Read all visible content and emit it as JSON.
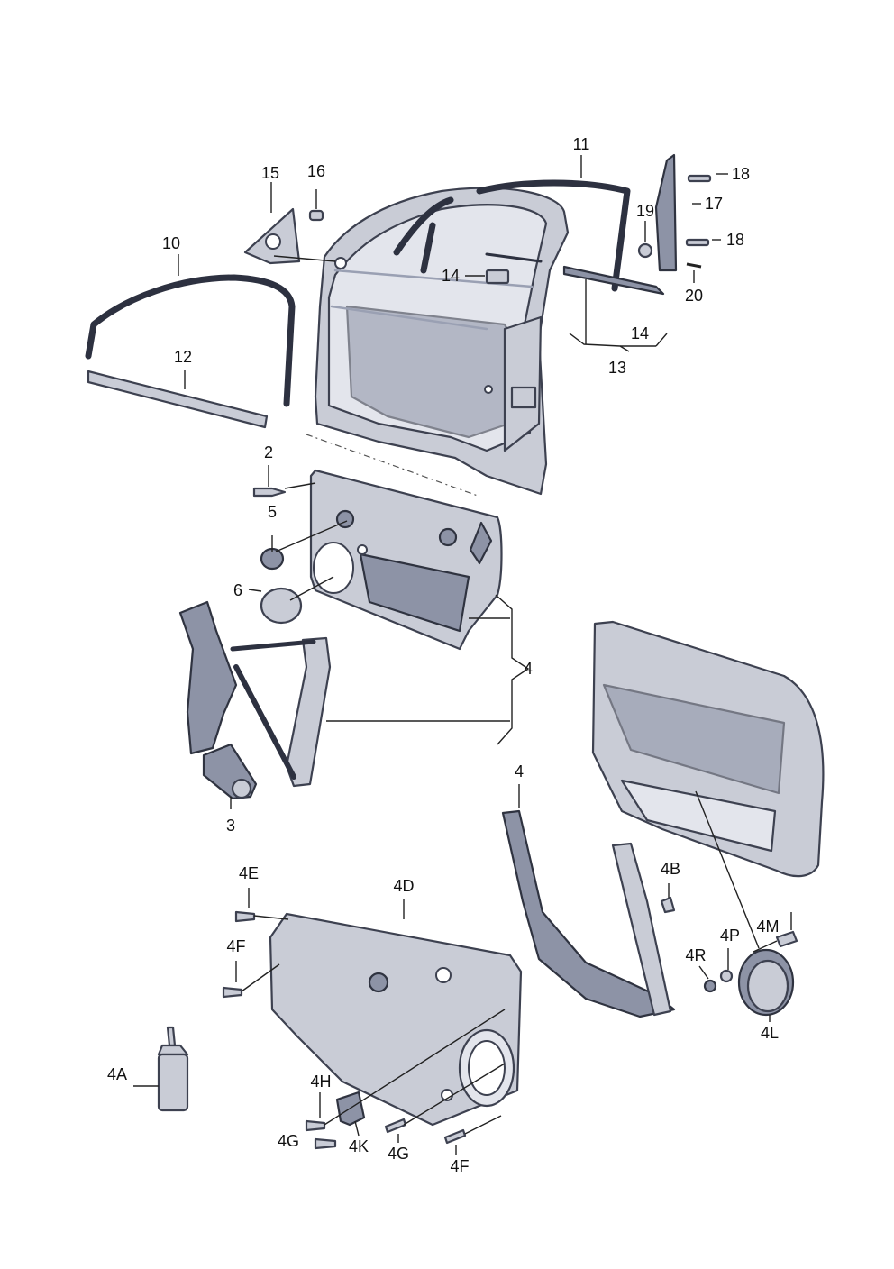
{
  "diagram": {
    "background": "#ffffff",
    "part_fill": "#c9ccd6",
    "outline_color": "#3d4150",
    "callouts": [
      {
        "id": "c11",
        "text": "11"
      },
      {
        "id": "c15",
        "text": "15"
      },
      {
        "id": "c16",
        "text": "16"
      },
      {
        "id": "c18a",
        "text": "18"
      },
      {
        "id": "c17",
        "text": "17"
      },
      {
        "id": "c19",
        "text": "19"
      },
      {
        "id": "c18b",
        "text": "18"
      },
      {
        "id": "c10",
        "text": "10"
      },
      {
        "id": "c14a",
        "text": "14"
      },
      {
        "id": "c20",
        "text": "20"
      },
      {
        "id": "c14b",
        "text": "14"
      },
      {
        "id": "c13",
        "text": "13"
      },
      {
        "id": "c12",
        "text": "12"
      },
      {
        "id": "c2",
        "text": "2"
      },
      {
        "id": "c5",
        "text": "5"
      },
      {
        "id": "c6",
        "text": "6"
      },
      {
        "id": "c4a",
        "text": "4"
      },
      {
        "id": "c3",
        "text": "3"
      },
      {
        "id": "c4b",
        "text": "4"
      },
      {
        "id": "c4E",
        "text": "4E"
      },
      {
        "id": "c4D",
        "text": "4D"
      },
      {
        "id": "c4B",
        "text": "4B"
      },
      {
        "id": "c4F1",
        "text": "4F"
      },
      {
        "id": "c4M",
        "text": "4M"
      },
      {
        "id": "c4P",
        "text": "4P"
      },
      {
        "id": "c4R",
        "text": "4R"
      },
      {
        "id": "c4L",
        "text": "4L"
      },
      {
        "id": "c4A",
        "text": "4A"
      },
      {
        "id": "c4H",
        "text": "4H"
      },
      {
        "id": "c4G1",
        "text": "4G"
      },
      {
        "id": "c4K",
        "text": "4K"
      },
      {
        "id": "c4G2",
        "text": "4G"
      },
      {
        "id": "c4F2",
        "text": "4F"
      }
    ]
  }
}
